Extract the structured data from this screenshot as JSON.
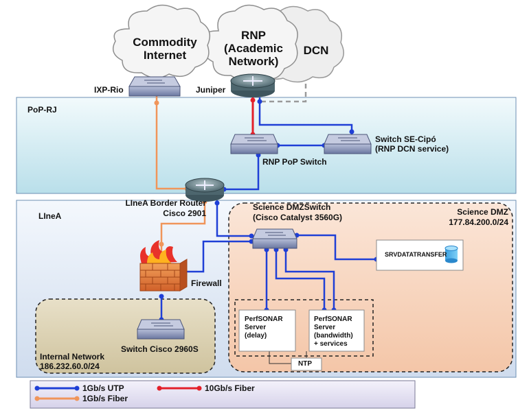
{
  "clouds": {
    "commodity": "Commodity\nInternet",
    "rnp": "RNP\n(Academic\nNetwork)",
    "dcn": "DCN"
  },
  "devices": {
    "ixp_rio": "IXP-Rio",
    "juniper": "Juniper",
    "switch_se_cipo": "Switch SE-Cipó\n(RNP DCN service)",
    "rnp_pop_switch": "RNP PoP Switch",
    "linea_border_router": "LIneA Border Router\nCisco 2901",
    "science_dmz_switch": "Science DMZSwitch\n(Cisco Catalyst 3560G)",
    "firewall": "Firewall",
    "switch_cisco_2960s": "Switch Cisco 2960S",
    "srvdatatransfer": "SRVDATATRANSFER",
    "perfsonar_delay": "PerfSONAR\nServer\n(delay)",
    "perfsonar_bandwidth": "PerfSONAR\nServer\n(bandwidth)\n+ services",
    "ntp": "NTP"
  },
  "zones": {
    "pop_rj": "PoP-RJ",
    "linea": "LIneA",
    "science_dmz": "Science DMZ\n177.84.200.0/24",
    "internal_network": "Internal Network\n186.232.60.0/24"
  },
  "legend": {
    "utp_1g": "1Gb/s UTP",
    "fiber_10g": "10Gb/s Fiber",
    "fiber_1g": "1Gb/s Fiber"
  },
  "colors": {
    "utp_1g": "#1f3fd6",
    "fiber_10g": "#e3202a",
    "fiber_1g": "#f0955a",
    "pop_rj_fill": "#d5edf4",
    "linea_fill": "#e6eef8",
    "science_dmz_fill": "#f9d6bf",
    "internal_fill": "#ddd2b3"
  }
}
